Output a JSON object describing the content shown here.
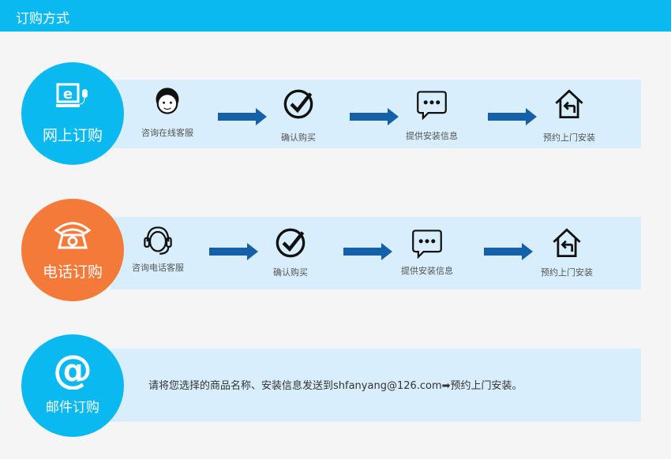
{
  "header": {
    "title": "订购方式"
  },
  "colors": {
    "blue": "#0bb9f1",
    "orange": "#f47a3a",
    "band": "#d8eefc",
    "arrow": "#1461a9"
  },
  "rows": [
    {
      "title": "网上订购",
      "icon": "computer-mouse-icon",
      "steps": [
        {
          "label": "咨询在线客服",
          "icon": "customer-service-woman-icon"
        },
        {
          "label": "确认购买",
          "icon": "check-circle-icon"
        },
        {
          "label": "提供安装信息",
          "icon": "chat-bubble-icon"
        },
        {
          "label": "预约上门安装",
          "icon": "home-return-icon"
        }
      ]
    },
    {
      "title": "电话订购",
      "icon": "telephone-icon",
      "steps": [
        {
          "label": "咨询电话客服",
          "icon": "headset-icon"
        },
        {
          "label": "确认购买",
          "icon": "check-circle-icon"
        },
        {
          "label": "提供安装信息",
          "icon": "chat-bubble-icon"
        },
        {
          "label": "预约上门安装",
          "icon": "home-return-icon"
        }
      ]
    },
    {
      "title": "邮件订购",
      "icon": "at-sign-icon",
      "text": "请将您选择的商品名称、安装信息发送到shfanyang@126.com➡预约上门安装。"
    }
  ]
}
